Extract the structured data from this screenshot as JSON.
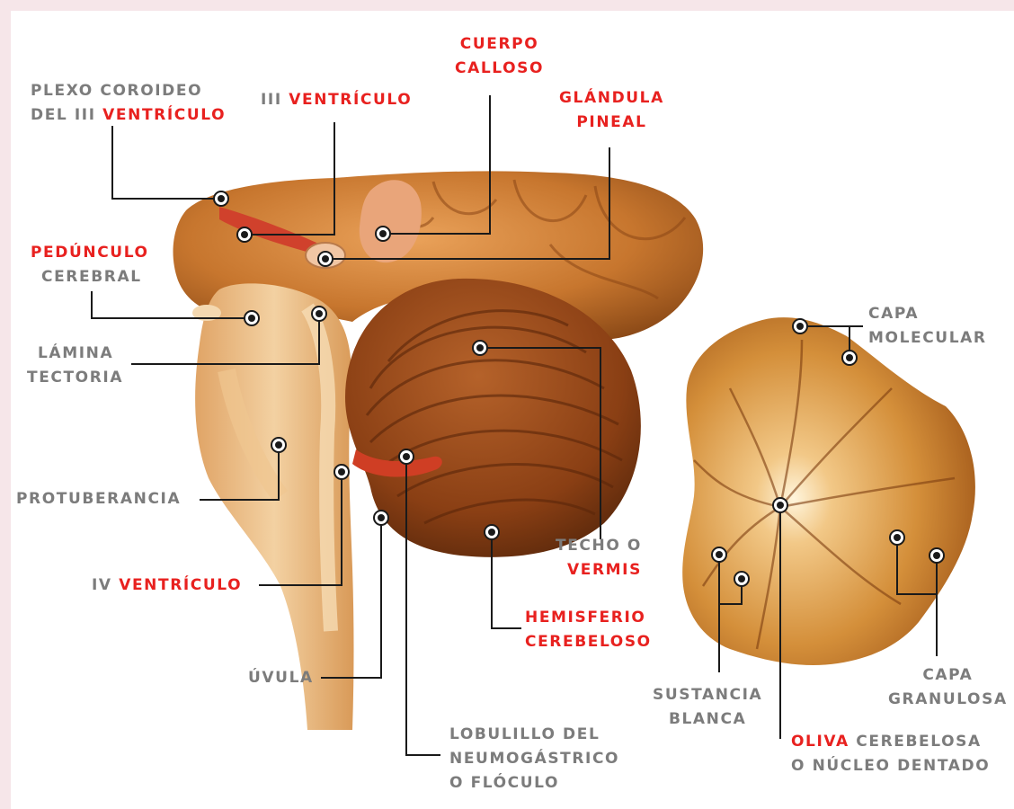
{
  "labels": {
    "plexo_coroideo": {
      "line1": "PLEXO COROIDEO",
      "line2_gray": "DEL III ",
      "line2_red": "VENTRÍCULO"
    },
    "iii_ventriculo": {
      "gray": "III ",
      "red": "VENTRÍCULO"
    },
    "cuerpo_calloso": {
      "line1": "CUERPO",
      "line2": "CALLOSO"
    },
    "glandula_pineal": {
      "line1": "GLÁNDULA",
      "line2": "PINEAL"
    },
    "pedunculo_cerebral": {
      "line1": "PEDÚNCULO",
      "line2": "CEREBRAL"
    },
    "lamina_tectoria": {
      "line1": "LÁMINA",
      "line2": "TECTORIA"
    },
    "protuberancia": "PROTUBERANCIA",
    "iv_ventriculo": {
      "gray": "IV ",
      "red": "VENTRÍCULO"
    },
    "uvula": "ÚVULA",
    "lobulillo": {
      "line1": "LOBULILLO DEL",
      "line2": "NEUMOGÁSTRICO",
      "line3": "O FLÓCULO"
    },
    "techo_vermis": {
      "line1": "TECHO O",
      "line2": "VERMIS"
    },
    "hemisferio": {
      "line1": "HEMISFERIO",
      "line2": "CEREBELOSO"
    },
    "capa_molecular": {
      "line1": "CAPA",
      "line2": "MOLECULAR"
    },
    "capa_granulosa": {
      "line1": "CAPA",
      "line2": "GRANULOSA"
    },
    "sustancia_blanca": {
      "line1": "SUSTANCIA",
      "line2": "BLANCA"
    },
    "oliva": {
      "red": "OLIVA",
      "gray": " CEREBELOSA",
      "line2": "O  NÚCLEO DENTADO"
    }
  },
  "colors": {
    "red_label": "#e8211f",
    "gray_label": "#7c7c7c",
    "leader_line": "#1a1a1a",
    "page_border": "#f6e6e9",
    "brain_tan": "#d98a44",
    "cerebellum_brown": "#8a3f14",
    "section_gold": "#c8812e"
  }
}
